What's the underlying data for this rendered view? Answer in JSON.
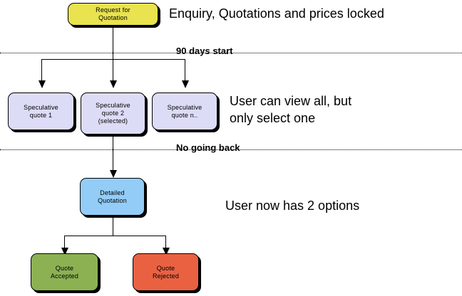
{
  "diagram": {
    "title_note": "Enquiry, Quotations and prices locked",
    "nodes": {
      "rfq": {
        "label": "Request for\nQuotation",
        "color": "#e9e34f"
      },
      "spec1": {
        "label": "Speculative\nquote 1",
        "color": "#dcdcf7"
      },
      "spec2": {
        "label": "Speculative\nquote 2\n(selected)",
        "color": "#dcdcf7"
      },
      "specn": {
        "label": "Speculative\nquote n..",
        "color": "#dcdcf7"
      },
      "detailed": {
        "label": "Detailed\nQuotation",
        "color": "#93cdf7"
      },
      "accepted": {
        "label": "Quote\nAccepted",
        "color": "#8cb153"
      },
      "rejected": {
        "label": "Quote\nRejected",
        "color": "#ea6142"
      }
    },
    "separators": [
      {
        "label": "90 days start"
      },
      {
        "label": "No going back"
      }
    ],
    "notes": [
      {
        "text": "Enquiry, Quotations and prices locked"
      },
      {
        "text": "User can view all, but\nonly select one"
      },
      {
        "text": "User now has 2 options"
      }
    ]
  }
}
